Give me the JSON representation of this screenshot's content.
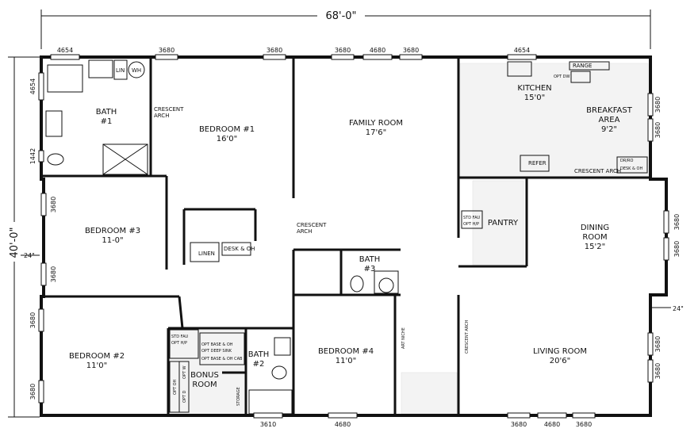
{
  "overall": {
    "width": "68'-0\"",
    "depth": "40'-0\"",
    "offset_left": "24\"",
    "offset_right": "24\""
  },
  "rooms": {
    "bath1": {
      "name": "BATH",
      "size": "#1"
    },
    "bedroom1": {
      "name": "BEDROOM #1",
      "size": "16'0\""
    },
    "family": {
      "name": "FAMILY ROOM",
      "size": "17'6\""
    },
    "kitchen": {
      "name": "KITCHEN",
      "size": "15'0\""
    },
    "breakfast": {
      "name1": "BREAKFAST",
      "name2": "AREA",
      "size": "9'2\""
    },
    "bedroom3": {
      "name": "BEDROOM #3",
      "size": "11-0\""
    },
    "pantry": {
      "name": "PANTRY"
    },
    "dining": {
      "name1": "DINING",
      "name2": "ROOM",
      "size": "15'2\""
    },
    "bath3": {
      "name": "BATH",
      "size": "#3"
    },
    "bedroom2": {
      "name": "BEDROOM #2",
      "size": "11'0\""
    },
    "bonus": {
      "name1": "BONUS",
      "name2": "ROOM"
    },
    "bath2": {
      "name1": "BATH",
      "name2": "#2"
    },
    "bedroom4": {
      "name": "BEDROOM #4",
      "size": "11'0\""
    },
    "living": {
      "name": "LIVING ROOM",
      "size": "20'6\""
    }
  },
  "labels": {
    "lin": "LIN",
    "wh": "WH",
    "crescent_arch": "CRESCENT",
    "arch": "ARCH",
    "crescent_arch_inline": "CRESCENT ARCH",
    "linen": "LINEN",
    "desk_oh": "DESK & OH",
    "range": "RANGE",
    "opt_dw": "OPT DW",
    "refer": "REFER",
    "dryr": "DR/RO",
    "std_fau": "STD FAU",
    "opt_hp": "OPT H/P",
    "art_niche": "ART NICHE",
    "opt_base": "OPT BASE & OH",
    "opt_deep_sink": "OPT DEEP SINK",
    "opt_base_cab": "OPT BASE & OH CAB",
    "opt_oh": "OPT OH",
    "opt_w": "OPT W",
    "opt_d": "OPT D",
    "storage": "STORAGE"
  },
  "windows": {
    "top_1": "4654",
    "top_2": "3680",
    "top_3": "3680",
    "top_4": "3680",
    "top_5": "4680",
    "top_6": "3680",
    "top_7": "4654",
    "left_1": "4654",
    "left_2": "1442",
    "left_3": "3680",
    "left_4": "3680",
    "left_5": "3680",
    "left_6": "3680",
    "right_1": "3680",
    "right_2": "3680",
    "right_3": "3680",
    "right_4": "3680",
    "right_5": "3680",
    "right_6": "3680",
    "bottom_1": "3610",
    "bottom_2": "4680",
    "bottom_3": "3680",
    "bottom_4": "4680",
    "bottom_5": "3680"
  }
}
